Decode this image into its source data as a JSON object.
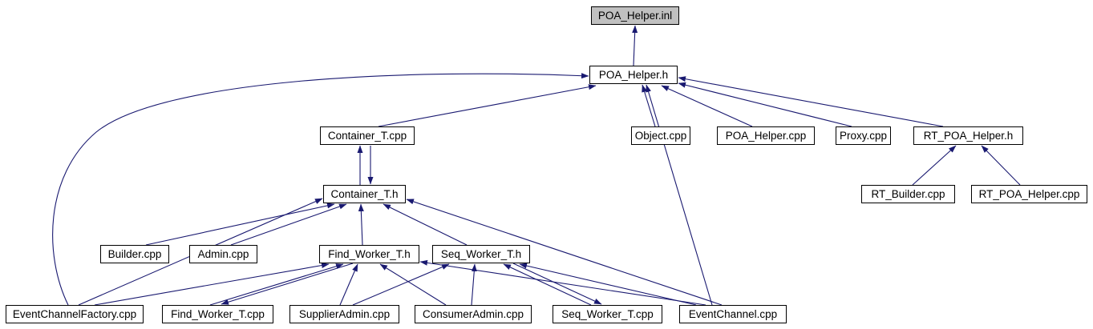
{
  "diagram": {
    "kind": "include-dependency-graph",
    "edge_color": "#191970",
    "node_border_color": "#000000",
    "node_fill_color": "#ffffff",
    "highlight_fill_color": "#c0c0c0",
    "nodes": [
      {
        "id": "poa_helper_inl",
        "label": "POA_Helper.inl",
        "highlighted": true
      },
      {
        "id": "poa_helper_h",
        "label": "POA_Helper.h",
        "highlighted": false
      },
      {
        "id": "container_t_cpp",
        "label": "Container_T.cpp",
        "highlighted": false
      },
      {
        "id": "object_cpp",
        "label": "Object.cpp",
        "highlighted": false
      },
      {
        "id": "poa_helper_cpp",
        "label": "POA_Helper.cpp",
        "highlighted": false
      },
      {
        "id": "proxy_cpp",
        "label": "Proxy.cpp",
        "highlighted": false
      },
      {
        "id": "rt_poa_helper_h",
        "label": "RT_POA_Helper.h",
        "highlighted": false
      },
      {
        "id": "container_t_h",
        "label": "Container_T.h",
        "highlighted": false
      },
      {
        "id": "rt_builder_cpp",
        "label": "RT_Builder.cpp",
        "highlighted": false
      },
      {
        "id": "rt_poa_helper_cpp",
        "label": "RT_POA_Helper.cpp",
        "highlighted": false
      },
      {
        "id": "builder_cpp",
        "label": "Builder.cpp",
        "highlighted": false
      },
      {
        "id": "admin_cpp",
        "label": "Admin.cpp",
        "highlighted": false
      },
      {
        "id": "find_worker_t_h",
        "label": "Find_Worker_T.h",
        "highlighted": false
      },
      {
        "id": "seq_worker_t_h",
        "label": "Seq_Worker_T.h",
        "highlighted": false
      },
      {
        "id": "eventchannelfactory_cpp",
        "label": "EventChannelFactory.cpp",
        "highlighted": false
      },
      {
        "id": "find_worker_t_cpp",
        "label": "Find_Worker_T.cpp",
        "highlighted": false
      },
      {
        "id": "supplieradmin_cpp",
        "label": "SupplierAdmin.cpp",
        "highlighted": false
      },
      {
        "id": "consumeradmin_cpp",
        "label": "ConsumerAdmin.cpp",
        "highlighted": false
      },
      {
        "id": "seq_worker_t_cpp",
        "label": "Seq_Worker_T.cpp",
        "highlighted": false
      },
      {
        "id": "eventchannel_cpp",
        "label": "EventChannel.cpp",
        "highlighted": false
      }
    ],
    "edges": [
      {
        "from": "poa_helper_h",
        "to": "poa_helper_inl"
      },
      {
        "from": "container_t_cpp",
        "to": "poa_helper_h"
      },
      {
        "from": "object_cpp",
        "to": "poa_helper_h"
      },
      {
        "from": "poa_helper_cpp",
        "to": "poa_helper_h"
      },
      {
        "from": "proxy_cpp",
        "to": "poa_helper_h"
      },
      {
        "from": "rt_poa_helper_h",
        "to": "poa_helper_h"
      },
      {
        "from": "eventchannelfactory_cpp",
        "to": "poa_helper_h"
      },
      {
        "from": "eventchannel_cpp",
        "to": "poa_helper_h"
      },
      {
        "from": "container_t_h",
        "to": "container_t_cpp"
      },
      {
        "from": "container_t_cpp",
        "to": "container_t_h"
      },
      {
        "from": "builder_cpp",
        "to": "container_t_h"
      },
      {
        "from": "admin_cpp",
        "to": "container_t_h"
      },
      {
        "from": "find_worker_t_h",
        "to": "container_t_h"
      },
      {
        "from": "seq_worker_t_h",
        "to": "container_t_h"
      },
      {
        "from": "eventchannelfactory_cpp",
        "to": "container_t_h"
      },
      {
        "from": "eventchannel_cpp",
        "to": "container_t_h"
      },
      {
        "from": "find_worker_t_cpp",
        "to": "find_worker_t_h"
      },
      {
        "from": "find_worker_t_h",
        "to": "find_worker_t_cpp"
      },
      {
        "from": "supplieradmin_cpp",
        "to": "find_worker_t_h"
      },
      {
        "from": "consumeradmin_cpp",
        "to": "find_worker_t_h"
      },
      {
        "from": "eventchannelfactory_cpp",
        "to": "find_worker_t_h"
      },
      {
        "from": "eventchannel_cpp",
        "to": "find_worker_t_h"
      },
      {
        "from": "seq_worker_t_cpp",
        "to": "seq_worker_t_h"
      },
      {
        "from": "seq_worker_t_h",
        "to": "seq_worker_t_cpp"
      },
      {
        "from": "supplieradmin_cpp",
        "to": "seq_worker_t_h"
      },
      {
        "from": "consumeradmin_cpp",
        "to": "seq_worker_t_h"
      },
      {
        "from": "eventchannel_cpp",
        "to": "seq_worker_t_h"
      },
      {
        "from": "rt_builder_cpp",
        "to": "rt_poa_helper_h"
      },
      {
        "from": "rt_poa_helper_cpp",
        "to": "rt_poa_helper_h"
      }
    ]
  }
}
